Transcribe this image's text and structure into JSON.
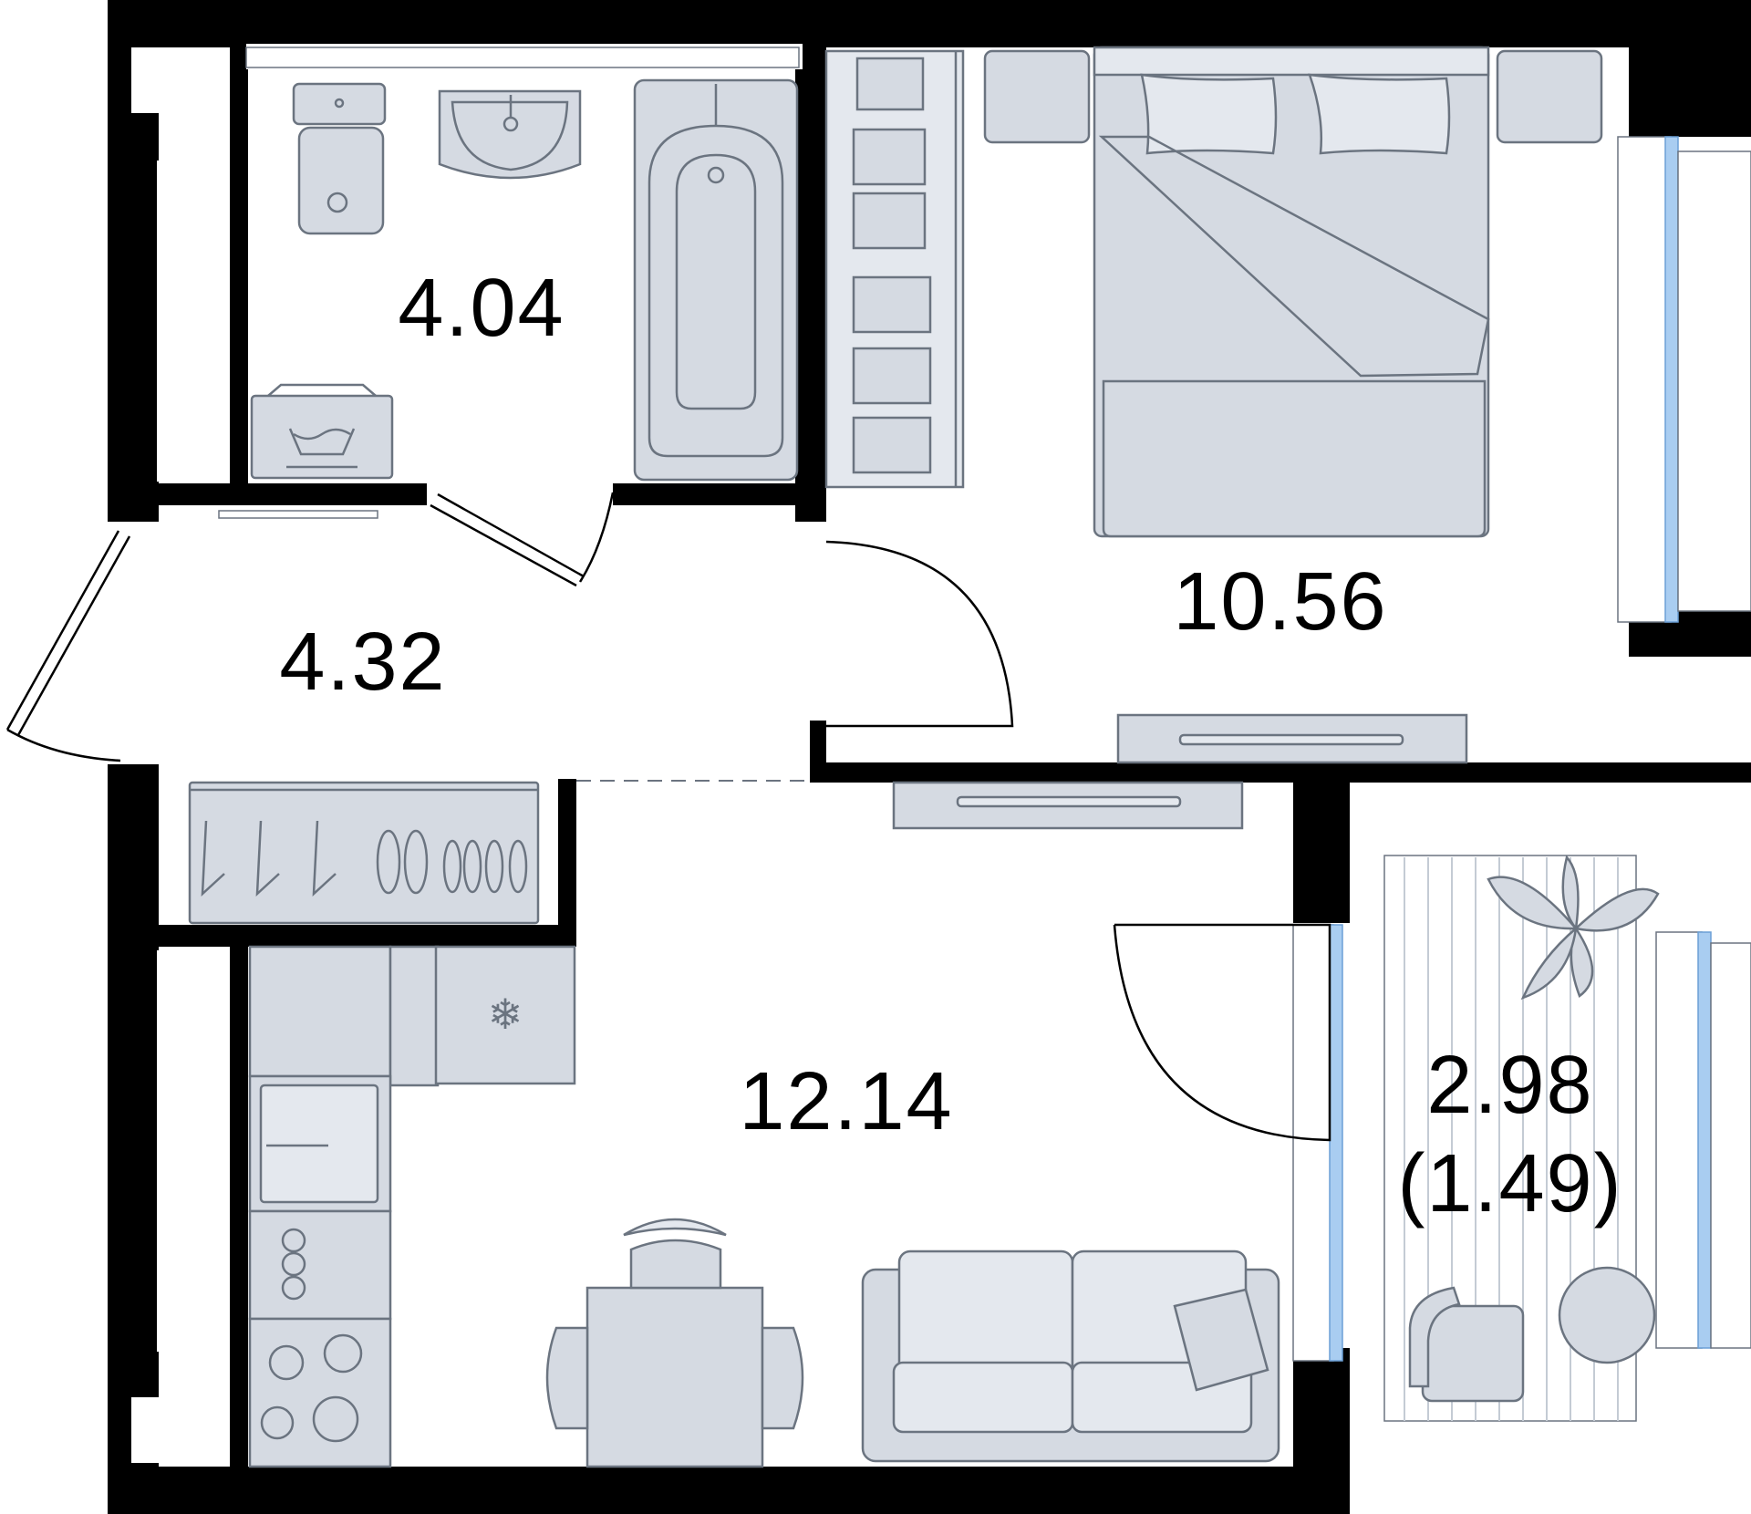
{
  "floor_plan": {
    "rooms": [
      {
        "id": "bathroom",
        "area": "4.04"
      },
      {
        "id": "hallway",
        "area": "4.32"
      },
      {
        "id": "bedroom",
        "area": "10.56"
      },
      {
        "id": "living-kitchen",
        "area": "12.14"
      },
      {
        "id": "balcony",
        "area": "2.98",
        "reduced_area": "(1.49)"
      }
    ],
    "colors": {
      "walls": "#000000",
      "furniture_fill": "#d5dae2",
      "furniture_stroke": "#6b7480",
      "window_glass": "#a9cdf1",
      "background": "#ffffff"
    }
  }
}
